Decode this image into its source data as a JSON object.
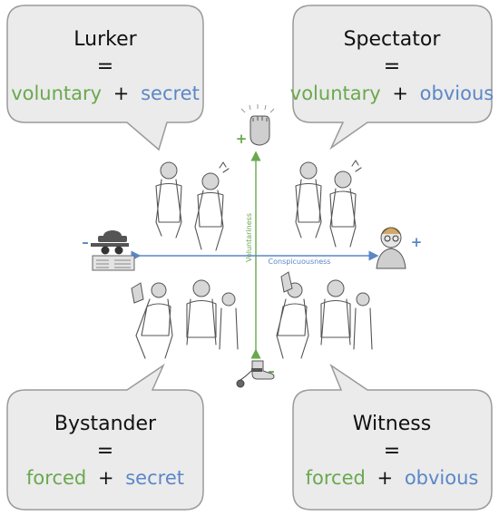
{
  "quadrants": {
    "top_left": {
      "title": "Lurker",
      "equals": "=",
      "term1": "voluntary",
      "plus": "+",
      "term2": "secret"
    },
    "top_right": {
      "title": "Spectator",
      "equals": "=",
      "term1": "voluntary",
      "plus": "+",
      "term2": "obvious"
    },
    "bottom_left": {
      "title": "Bystander",
      "equals": "=",
      "term1": "forced",
      "plus": "+",
      "term2": "secret"
    },
    "bottom_right": {
      "title": "Witness",
      "equals": "=",
      "term1": "forced",
      "plus": "+",
      "term2": "obvious"
    }
  },
  "axes": {
    "vertical": {
      "label": "Voluntariness",
      "positive_sign": "+",
      "negative_sign": "–",
      "positive_icon": "raised-fist-icon",
      "negative_icon": "shackled-foot-icon"
    },
    "horizontal": {
      "label": "Conspicuousness",
      "positive_sign": "+",
      "negative_sign": "–",
      "positive_icon": "onlooker-person-icon",
      "negative_icon": "spy-with-newspaper-icon"
    }
  },
  "colors": {
    "voluntariness": "#6aa84f",
    "conspicuousness": "#5b87c7",
    "bubble_fill": "#ebebeb",
    "bubble_stroke": "#9a9a9a"
  }
}
